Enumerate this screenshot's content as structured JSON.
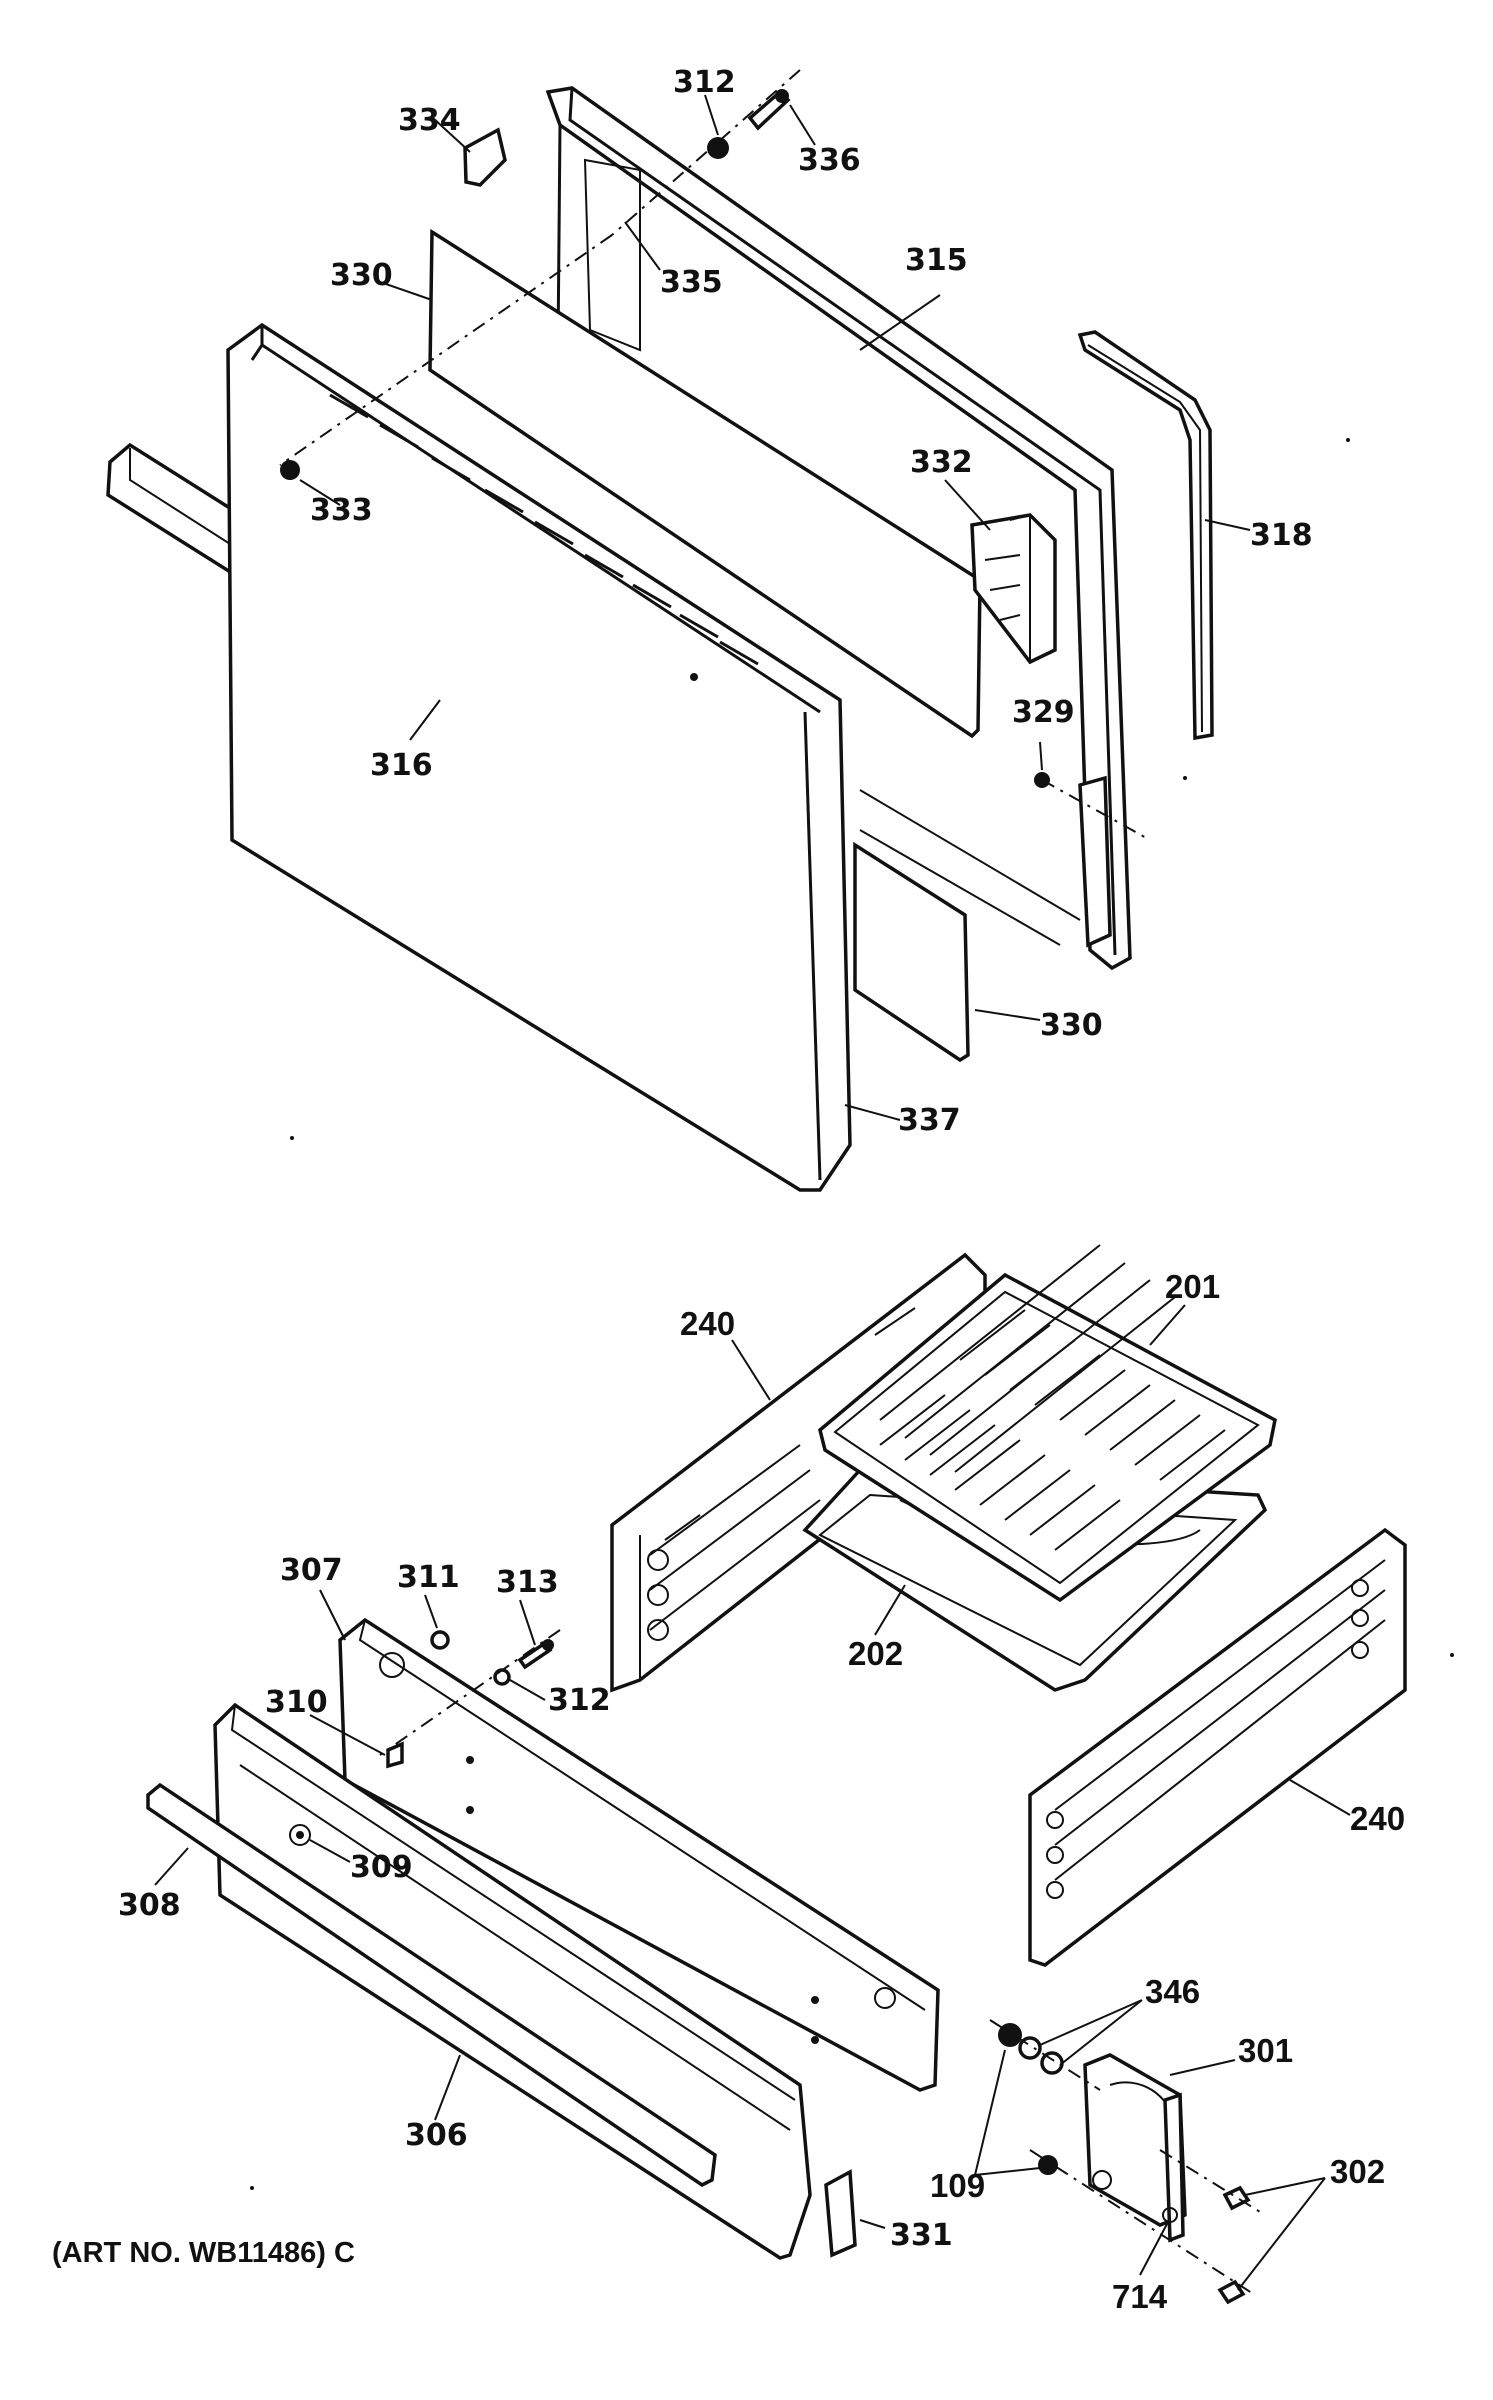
{
  "art_number": "(ART NO. WB11486) C",
  "labels": {
    "p312_top": "312",
    "p334": "334",
    "p336": "336",
    "p330_top": "330",
    "p335": "335",
    "p315": "315",
    "p333": "333",
    "p332": "332",
    "p318": "318",
    "p316": "316",
    "p329": "329",
    "p330_bottom": "330",
    "p337": "337",
    "p240_left": "240",
    "p201": "201",
    "p202": "202",
    "p307": "307",
    "p311": "311",
    "p313": "313",
    "p312_bottom": "312",
    "p310": "310",
    "p309": "309",
    "p308": "308",
    "p306": "306",
    "p240_right": "240",
    "p346": "346",
    "p301": "301",
    "p109": "109",
    "p302": "302",
    "p331": "331",
    "p714": "714"
  }
}
